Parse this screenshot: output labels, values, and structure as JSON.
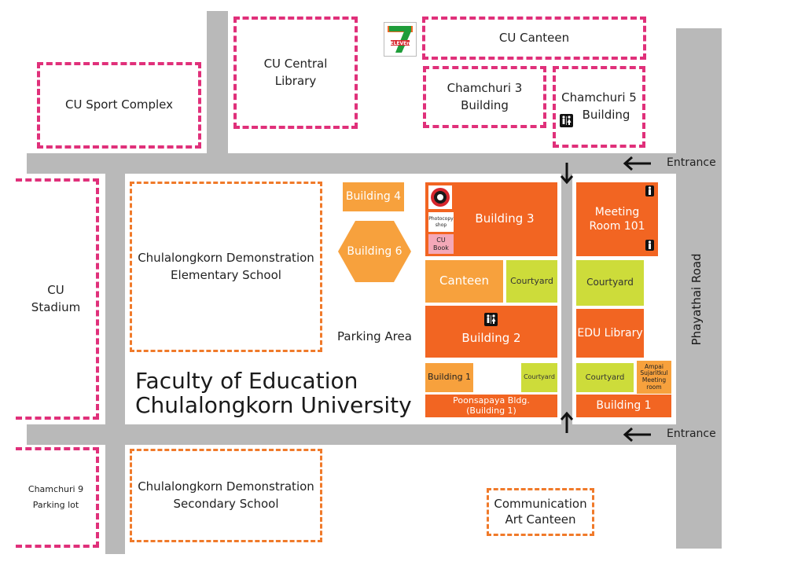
{
  "title": {
    "line1": "Faculty of Education",
    "line2": "Chulalongkorn University"
  },
  "roads": {
    "phayathai": "Phayathai Road",
    "entrance_top": "Entrance",
    "entrance_bottom": "Entrance",
    "parking": "Parking Area"
  },
  "landmarks": {
    "sport_complex": "CU Sport Complex",
    "central_library_1": "CU Central",
    "central_library_2": "Library",
    "canteen": "CU Canteen",
    "chamchuri3_1": "Chamchuri 3",
    "chamchuri3_2": "Building",
    "chamchuri5_1": "Chamchuri 5",
    "chamchuri5_2": "Building",
    "stadium_1": "CU",
    "stadium_2": "Stadium",
    "parking9_1": "Chamchuri 9",
    "parking9_2": "Parking lot",
    "comm_canteen_1": "Communication",
    "comm_canteen_2": "Art Canteen",
    "seven_eleven": "7-ELEVEN"
  },
  "schools": {
    "elementary_1": "Chulalongkorn Demonstration",
    "elementary_2": "Elementary School",
    "secondary_1": "Chulalongkorn Demonstration",
    "secondary_2": "Secondary School"
  },
  "buildings": {
    "building4": "Building 4",
    "building6": "Building 6",
    "building3": "Building 3",
    "photocopy": "Photocopy shop",
    "cu_book_1": "CU",
    "cu_book_2": "Book",
    "canteen": "Canteen",
    "courtyard_a": "Courtyard",
    "building2": "Building 2",
    "building1_small": "Building 1",
    "courtyard_b": "Courtyard",
    "poonsapaya_1": "Poonsapaya Bldg.",
    "poonsapaya_2": "(Building 1)",
    "meeting_1": "Meeting",
    "meeting_2": "Room 101",
    "courtyard_c": "Courtyard",
    "edu_library": "EDU Library",
    "courtyard_d": "Courtyard",
    "ampai_1": "Ampai",
    "ampai_2": "Sujaritkul",
    "ampai_3": "Meeting",
    "ampai_4": "room",
    "building1_right": "Building 1"
  },
  "icons": {
    "restroom": "restroom-icon",
    "arrow": "arrow-icon",
    "store": "7-eleven-logo",
    "coffee": "coffee-shop-logo"
  },
  "colors": {
    "road": "#b9b9b9",
    "building": "#f26522",
    "building_light": "#f7a13d",
    "courtyard": "#cddc3a",
    "campus_border": "#e0307a",
    "school_border": "#f07a2a"
  }
}
